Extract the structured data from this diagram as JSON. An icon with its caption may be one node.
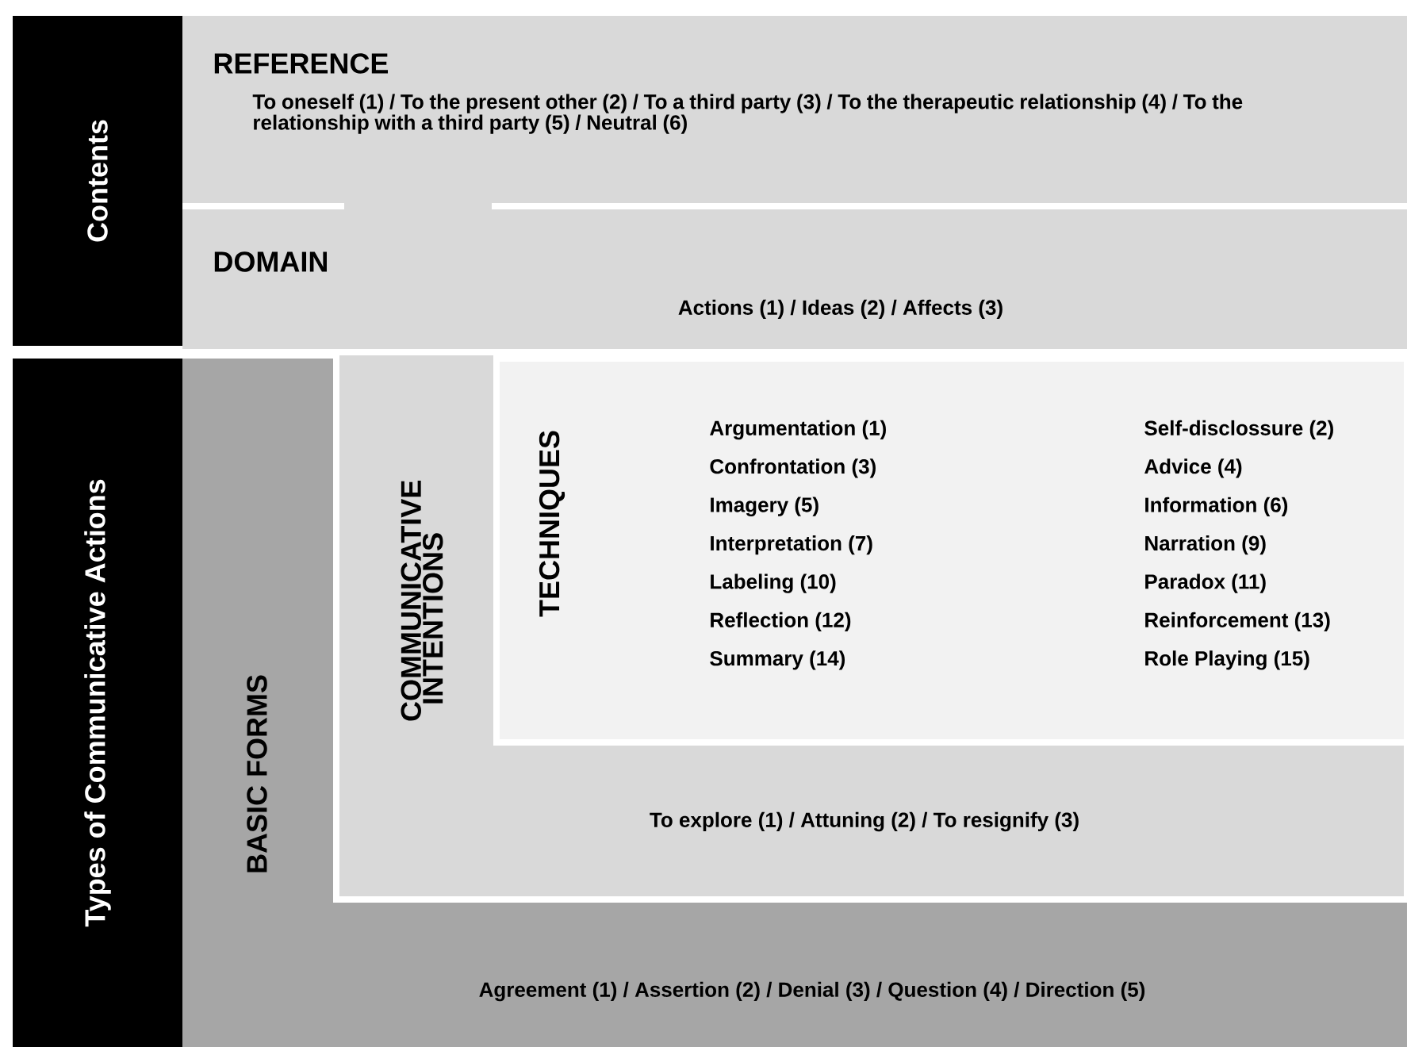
{
  "diagram": {
    "nodes": [
      {
        "text": [
          "Contents"
        ]
      },
      {
        "text": [
          "REFERENCE",
          "To oneself (1) / To the present other (2) / To a third party (3) / To the therapeutic relationship (4) / To the relationship with a third party (5) / Neutral (6)"
        ]
      },
      {
        "text": [
          "DOMAIN",
          "Actions (1) / Ideas (2) / Affects (3)"
        ]
      },
      {
        "text": [
          "Types of Communicative Actions"
        ]
      },
      {
        "text": [
          "BASIC FORMS",
          "Agreement (1) / Assertion (2) / Denial (3) / Question (4) / Direction (5)"
        ]
      },
      {
        "text": [
          "COMMUNICATIVE INTENTIONS",
          "To explore (1) / Attuning (2) / To resignify (3)"
        ],
        "in": 4
      },
      {
        "text": [
          "TECHNIQUES",
          "Argumentation (1)",
          "Self-disclossure (2)",
          "Confrontation (3)",
          "Advice (4)",
          "Imagery (5)",
          "Information (6)",
          "Interpretation (7)",
          "Narration (9)",
          "Labeling (10)",
          "Paradox (11)",
          "Reflection (12)",
          "Reinforcement (13)",
          "Summary (14)",
          "Role Playing (15)"
        ],
        "in": 5
      }
    ]
  }
}
